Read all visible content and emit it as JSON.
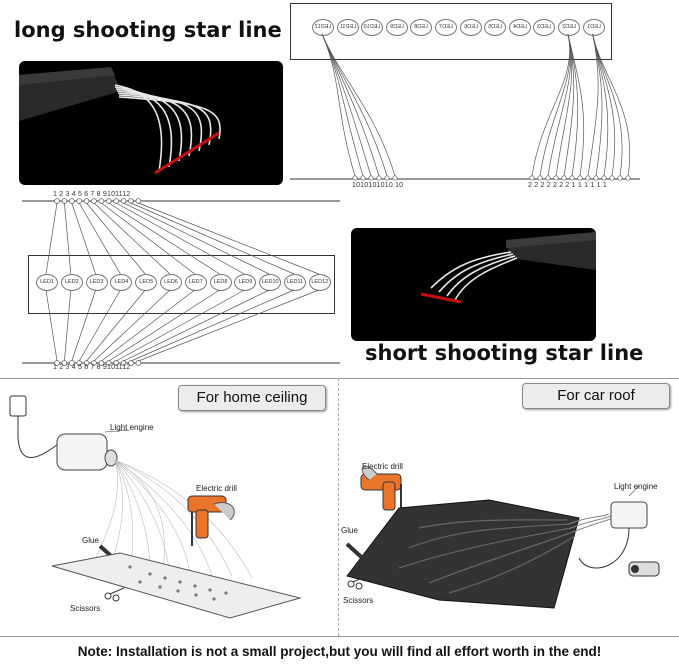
{
  "titles": {
    "long": "long shooting star line",
    "short": "short shooting star line"
  },
  "top_right_leds": [
    "LED12",
    "LED11",
    "LED10",
    "LED9",
    "LED8",
    "LED7",
    "LED6",
    "LED5",
    "LED4",
    "LED3",
    "LED2",
    "LED1"
  ],
  "top_right_bottom_numbers": {
    "left": "1010101010 10",
    "right": "2 2 2 2 2 2 2 1 1 1 1 1 1"
  },
  "middle_leds": [
    "LED1",
    "LED2",
    "LED3",
    "LED4",
    "LED5",
    "LED6",
    "LED7",
    "LED8",
    "LED9",
    "LED10",
    "LED11",
    "LED12"
  ],
  "middle_numbers": "1 2 3 4 5 6 7 8 9101112",
  "buttons": {
    "home": "For home ceiling",
    "car": "For car roof"
  },
  "home_labels": {
    "light_engine": "Light engine",
    "drill": "Electric drill",
    "glue": "Glue",
    "scissors": "Scissors"
  },
  "car_labels": {
    "drill": "Electric drill",
    "light_engine": "Light engine",
    "glue": "Glue",
    "scissors": "Scissors"
  },
  "note": "Note: Installation is not a small project,but you will find all effort worth in the end!"
}
